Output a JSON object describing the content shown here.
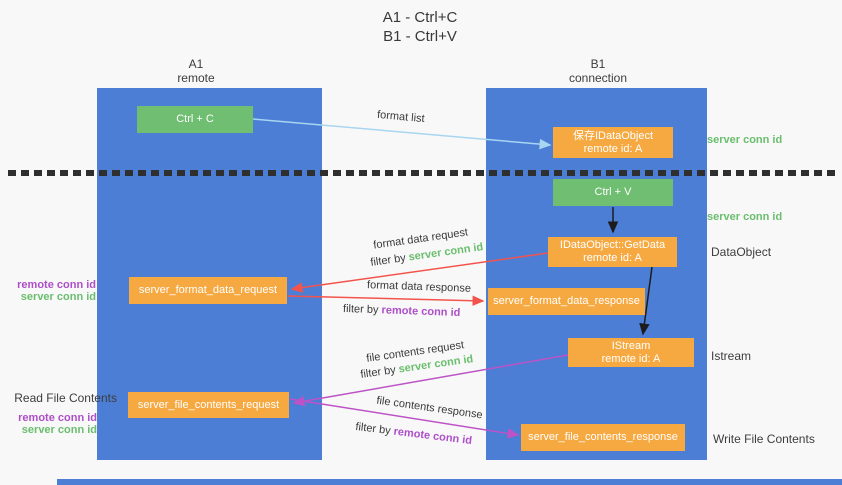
{
  "title": {
    "line1": "A1 - Ctrl+C",
    "line2": "B1 - Ctrl+V"
  },
  "lanes": {
    "a": {
      "id": "A1",
      "subtitle": "remote"
    },
    "b": {
      "id": "B1",
      "subtitle": "connection"
    }
  },
  "boxes": {
    "ctrl_c": {
      "label": "Ctrl + C"
    },
    "ctrl_v": {
      "label": "Ctrl + V"
    },
    "save_dataobject": {
      "line1": "保存IDataObject",
      "line2": "remote id: A"
    },
    "getdata": {
      "line1": "IDataObject::GetData",
      "line2": "remote id: A"
    },
    "istream": {
      "line1": "IStream",
      "line2": "remote id: A"
    },
    "format_request": {
      "label": "server_format_data_request"
    },
    "format_response": {
      "label": "server_format_data_response"
    },
    "file_request": {
      "label": "server_file_contents_request"
    },
    "file_response": {
      "label": "server_file_contents_response"
    }
  },
  "side_labels": {
    "server_conn_id_top": "server conn id",
    "server_conn_id_mid": "server conn id",
    "dataobject": "DataObject",
    "istream": "Istream",
    "write_file_contents": "Write File Contents",
    "read_file_contents": "Read File Contents",
    "left_format": {
      "remote": "remote conn id",
      "server": "server conn id"
    },
    "left_file": {
      "remote": "remote conn id",
      "server": "server conn id"
    }
  },
  "edge_labels": {
    "format_list": "format list",
    "format_data_request": "format data request",
    "format_data_response": "format data response",
    "file_contents_request": "file contents request",
    "file_contents_response": "file contents response",
    "filter_by": "filter by ",
    "server_conn_id": "server conn id",
    "remote_conn_id": "remote conn id"
  },
  "colors": {
    "lane_blue": "#4C7ED6",
    "node_green": "#6FBE71",
    "node_orange": "#F7A941",
    "arrow_red": "#F2544C",
    "arrow_magenta": "#BC53C6",
    "arrow_light_blue": "#A8D5F0",
    "arrow_black": "#1C1C1C",
    "text_green": "#6ABE6E",
    "text_purple": "#AE4FC9"
  }
}
